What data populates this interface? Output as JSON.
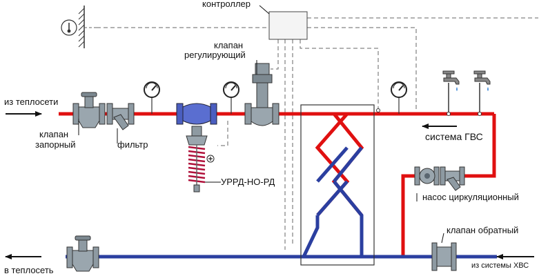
{
  "labels": {
    "from_heat": "из теплосети",
    "to_heat": "в теплосеть",
    "controller": "контроллер",
    "reg_valve_1": "клапан",
    "reg_valve_2": "регулирующий",
    "shutoff_1": "клапан",
    "shutoff_2": "запорный",
    "filter": "фильтр",
    "regulator": "УРРД-НО-РД",
    "dhw": "система ГВС",
    "pump": "насос циркуляционный",
    "check_valve": "клапан обратный",
    "cold_water": "из системы ХВС"
  },
  "colors": {
    "supply": "#e01010",
    "return": "#2b3fa0",
    "metal": "#8e9aa2",
    "valve_blue": "#4a5ec0",
    "spring": "#b0103a"
  },
  "icons": {
    "thermometer": "thermometer-icon",
    "gauge": "pressure-gauge-icon",
    "faucet": "faucet-icon",
    "arrow": "flow-arrow-icon"
  }
}
